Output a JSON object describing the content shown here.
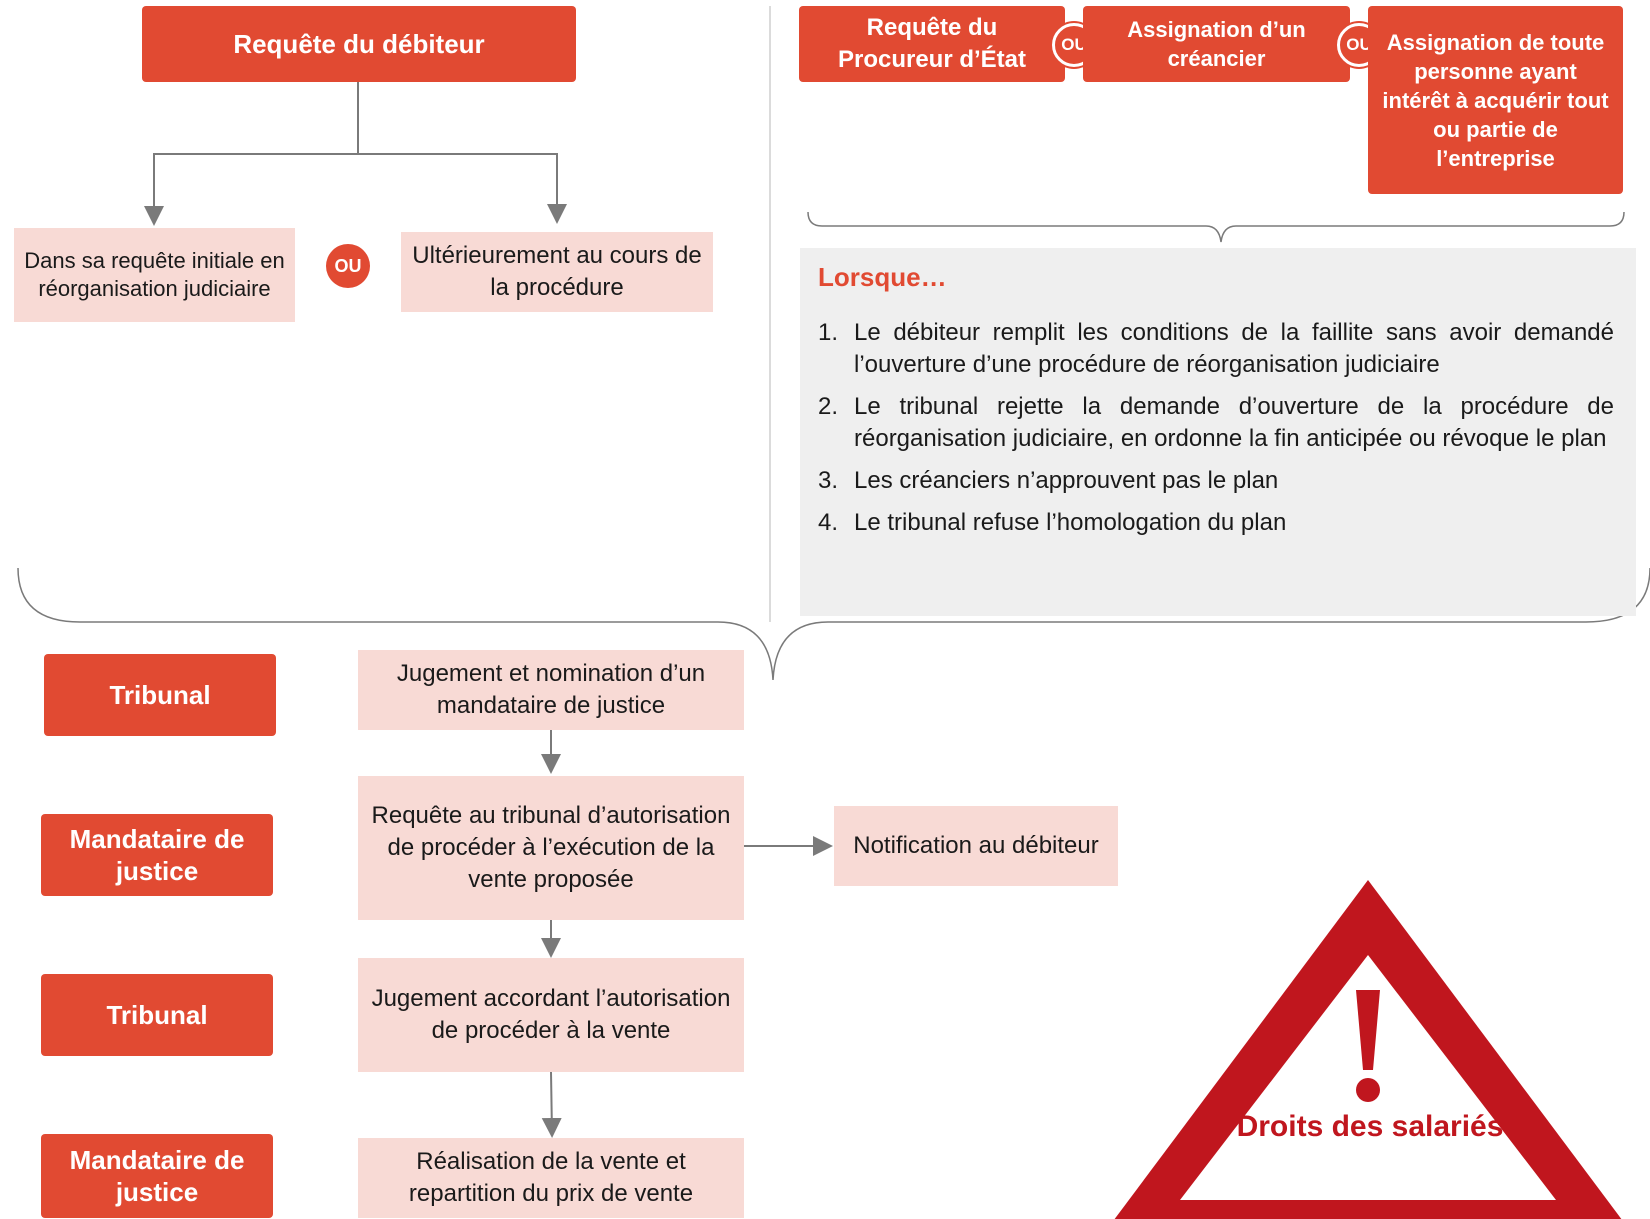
{
  "left_top": {
    "debtor_request": "Requête du débiteur",
    "option_initial": "Dans sa requête initiale en réorganisation judiciaire",
    "or_label": "OU",
    "option_later": "Ultérieurement au cours de la procédure"
  },
  "right_top": {
    "prosecutor_request": "Requête du Procureur d’État",
    "or_label_1": "OU",
    "creditor_summons": "Assignation d’un créancier",
    "or_label_2": "OU",
    "interested_party_summons": "Assignation de toute personne ayant intérêt à acquérir tout ou partie de l’entreprise"
  },
  "conditions": {
    "title": "Lorsque…",
    "items": [
      {
        "num": "1.",
        "text": "Le débiteur remplit les conditions de la faillite sans avoir demandé l’ouverture d’une procédure de réorganisation judiciaire"
      },
      {
        "num": "2.",
        "text": "Le tribunal rejette la demande d’ouverture de la procédure de réorganisation judiciaire, en ordonne la fin anticipée ou révoque le plan"
      },
      {
        "num": "3.",
        "text": "Les créanciers n’approuvent pas le plan"
      },
      {
        "num": "4.",
        "text": "Le tribunal refuse l’homologation du plan"
      }
    ]
  },
  "actors": {
    "a1": "Tribunal",
    "a2": "Mandataire de justice",
    "a3": "Tribunal",
    "a4": "Mandataire de justice"
  },
  "steps": {
    "s1": "Jugement et nomination d’un mandataire de justice",
    "s2": "Requête au tribunal d’autorisation de procéder à l’exécution de la vente proposée",
    "s3": "Jugement accordant l’autorisation de procéder à la vente",
    "s4": "Réalisation de la vente et repartition du prix de vente"
  },
  "notification": "Notification au débiteur",
  "warning": {
    "icon": "exclamation",
    "label": "Droits des salariés",
    "color": "#c0161e"
  },
  "colors": {
    "accent": "#e14a32",
    "light": "#f8dad5",
    "panel": "#efefef"
  }
}
